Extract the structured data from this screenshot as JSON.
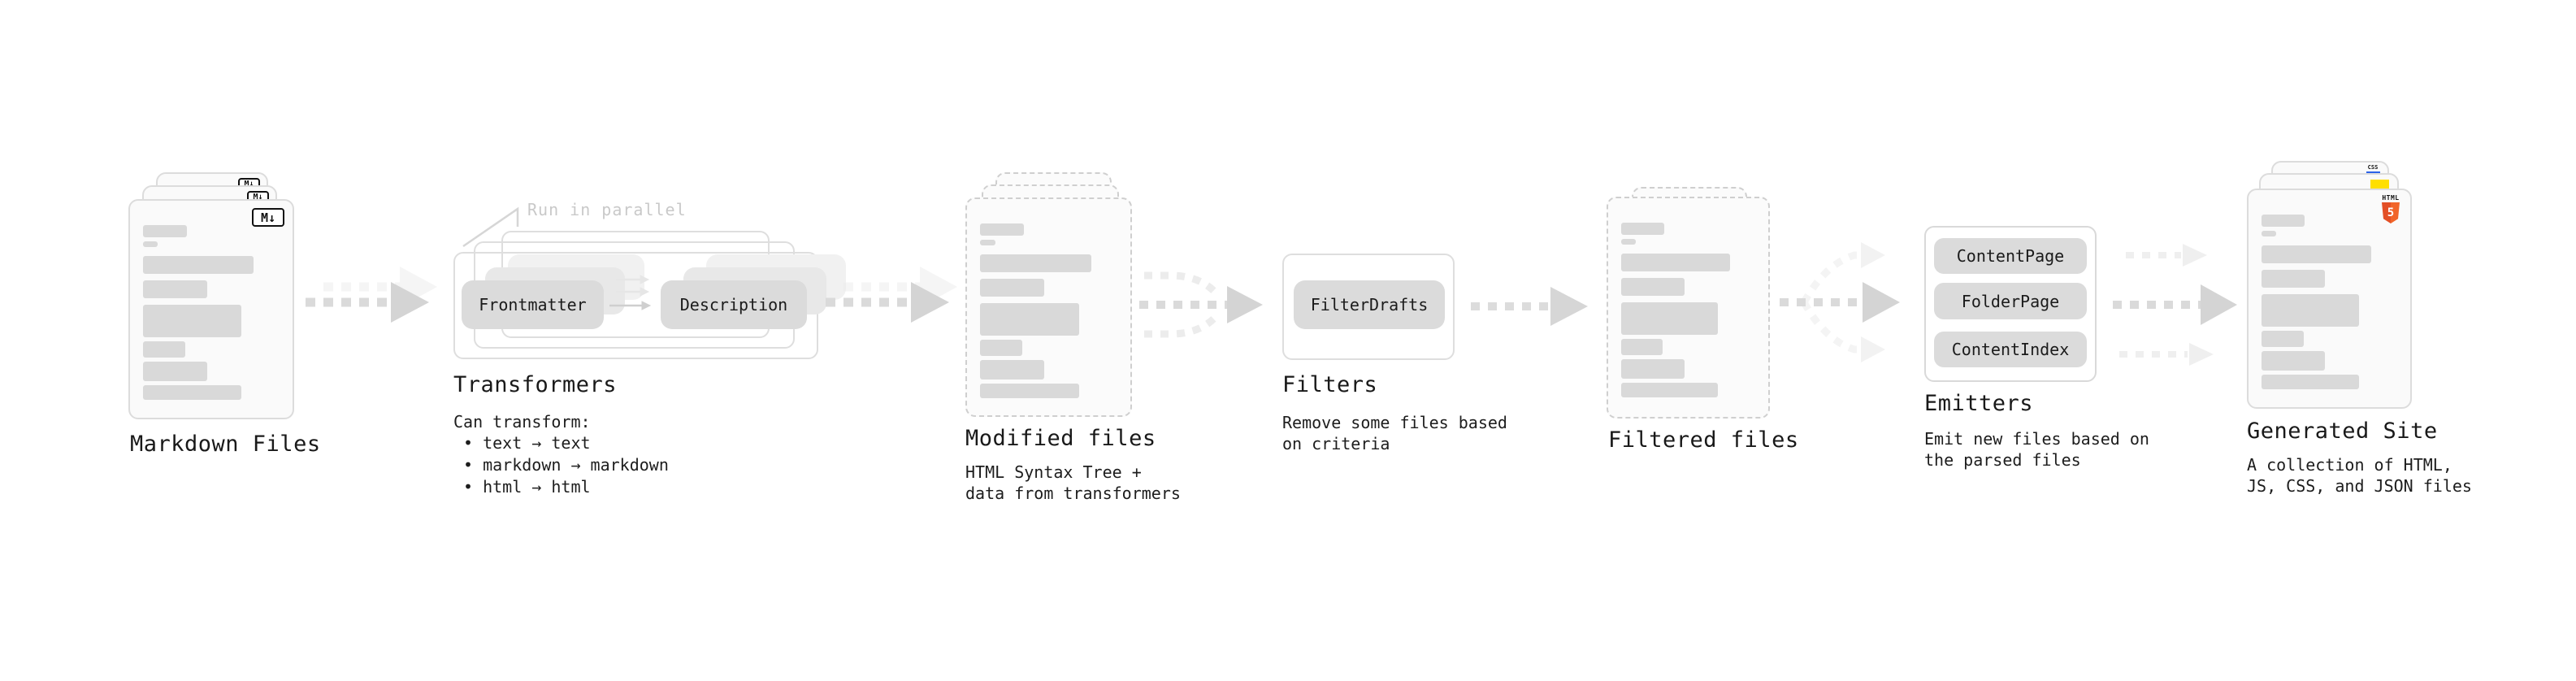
{
  "stages": {
    "markdown": {
      "label": "Markdown Files",
      "icon_text": "M↓"
    },
    "transformers": {
      "annotation": "Run in parallel",
      "pill_left": "Frontmatter",
      "pill_right": "Description",
      "label": "Transformers",
      "desc": "Can transform:",
      "bullets": [
        "• text → text",
        "• markdown → markdown",
        "• html → html"
      ]
    },
    "modified": {
      "label": "Modified files",
      "desc": "HTML Syntax Tree +\ndata from transformers"
    },
    "filters": {
      "label": "Filters",
      "pill": "FilterDrafts",
      "desc": "Remove some files based\non criteria"
    },
    "filtered": {
      "label": "Filtered files"
    },
    "emitters": {
      "label": "Emitters",
      "pills": [
        "ContentPage",
        "FolderPage",
        "ContentIndex"
      ],
      "desc": "Emit new files based on\nthe parsed files"
    },
    "site": {
      "label": "Generated Site",
      "desc": "A collection of HTML,\nJS, CSS, and JSON files",
      "icon_html_label": "HTML",
      "icon_html_number": "5",
      "icon_css_label": "CSS"
    }
  },
  "colors": {
    "html5_shield": "#e34f26",
    "html5_shield_light": "#f16529",
    "js_square": "#ffdf00",
    "css_underline": "#2d63e8",
    "arrow_gray": "#d6d6d6",
    "annotation_gray": "#c9c9c9"
  }
}
